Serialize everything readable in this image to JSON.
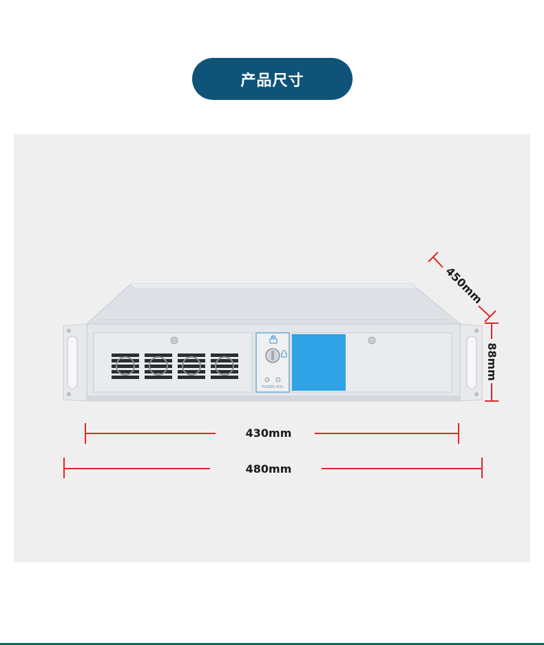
{
  "section_title": "产品尺寸",
  "dimensions": {
    "depth": "450mm",
    "height": "88mm",
    "inner_width": "430mm",
    "outer_width": "480mm"
  },
  "front_panel": {
    "indicator_text": "POWER HDD"
  },
  "colors": {
    "title_bg": "#0f5478",
    "dimension_lines": "#e0242a",
    "drive_bay": "#2fa3e6",
    "chassis": "#dfe3e8",
    "bottom_rule": "#0f6a5c"
  }
}
